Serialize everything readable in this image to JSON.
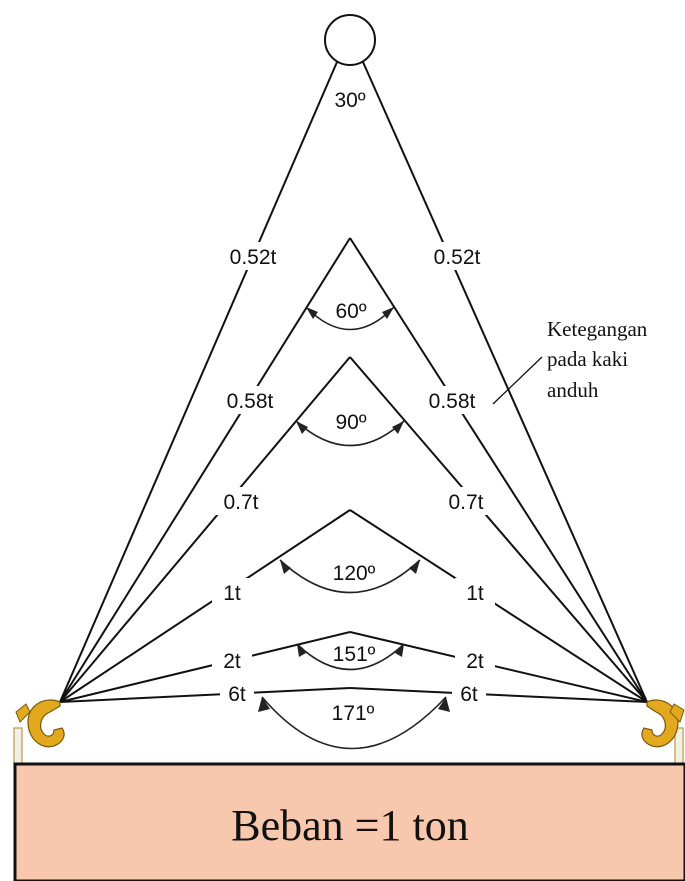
{
  "load": {
    "label": "Beban =1 ton",
    "fill": "#F7C8AE"
  },
  "annotation": [
    "Ketegangan",
    "pada kaki",
    "anduh"
  ],
  "hook_color": "#E2A81E",
  "slings": [
    {
      "angle": "30º",
      "left_tension": "0.52t",
      "right_tension": "0.52t"
    },
    {
      "angle": "60º",
      "left_tension": "0.58t",
      "right_tension": "0.58t"
    },
    {
      "angle": "90º",
      "left_tension": "0.7t",
      "right_tension": "0.7t"
    },
    {
      "angle": "120º",
      "left_tension": "1t",
      "right_tension": "1t"
    },
    {
      "angle": "151º",
      "left_tension": "2t",
      "right_tension": "2t"
    },
    {
      "angle": "171º",
      "left_tension": "6t",
      "right_tension": "6t"
    }
  ]
}
